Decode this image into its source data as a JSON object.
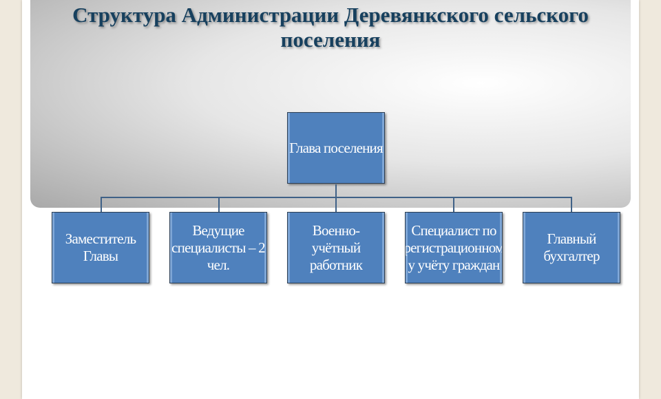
{
  "title": "Структура Администрации Деревянкского сельского поселения",
  "head": "Глава поселения",
  "subordinates": [
    "Заместитель Главы",
    "Ведущие специалисты – 2 чел.",
    "Военно-учётный работник",
    "Специалист по регистрационному учёту граждан",
    "Главный бухгалтер"
  ],
  "subordinates_display": [
    "Заместитель Главы",
    "Ведущие специалисты – 2 чел.",
    "Военно-учётный работник",
    "Специалист по регистрационном у учёту граждан",
    "Главный бухгалтер"
  ]
}
